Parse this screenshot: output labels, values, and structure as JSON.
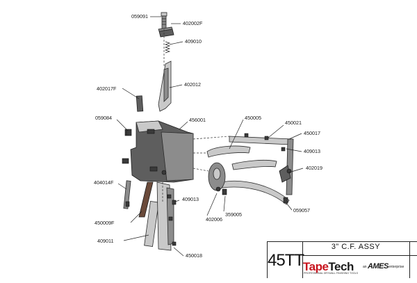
{
  "part_labels": [
    "059091",
    "402002F",
    "409010",
    "402012",
    "402017F",
    "059084",
    "456001",
    "450005",
    "450021",
    "450017",
    "409013",
    "402019",
    "404014F",
    "409013",
    "450009F",
    "409011",
    "402006",
    "359005",
    "059057",
    "450018"
  ],
  "title_block": {
    "model_code": "45TT",
    "assembly_title": "3” C.F. ASSY",
    "brand_tape": "Tape",
    "brand_tech": "Tech",
    "brand_tagline": "PROFESSIONAL DRYWALL FINISHING TOOLS",
    "an": "an",
    "partner_logo": "AMES",
    "enterprise": "enterprise"
  },
  "colors": {
    "ink": "#1a1a1a",
    "metal": "#8c8c8c",
    "brand_red": "#c8141e"
  }
}
